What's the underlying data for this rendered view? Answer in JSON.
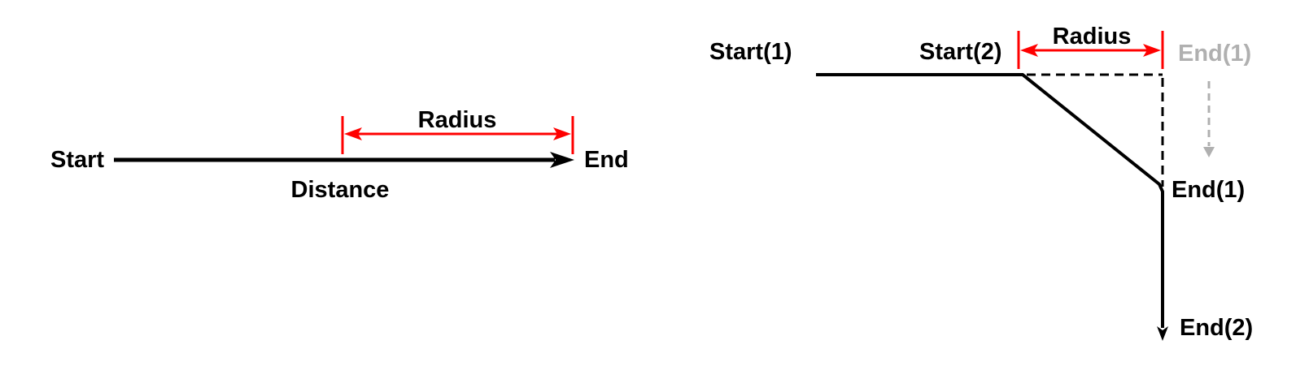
{
  "colors": {
    "background": "#ffffff",
    "line-black": "#000000",
    "accent-red": "#ff0000",
    "muted-gray": "#b0b0b0"
  },
  "left_diagram": {
    "labels": {
      "start": "Start",
      "end": "End",
      "radius": "Radius",
      "distance": "Distance"
    }
  },
  "right_diagram": {
    "labels": {
      "start1": "Start(1)",
      "start2": "Start(2)",
      "radius": "Radius",
      "end1_ghost": "End(1)",
      "end1": "End(1)",
      "end2": "End(2)"
    }
  }
}
